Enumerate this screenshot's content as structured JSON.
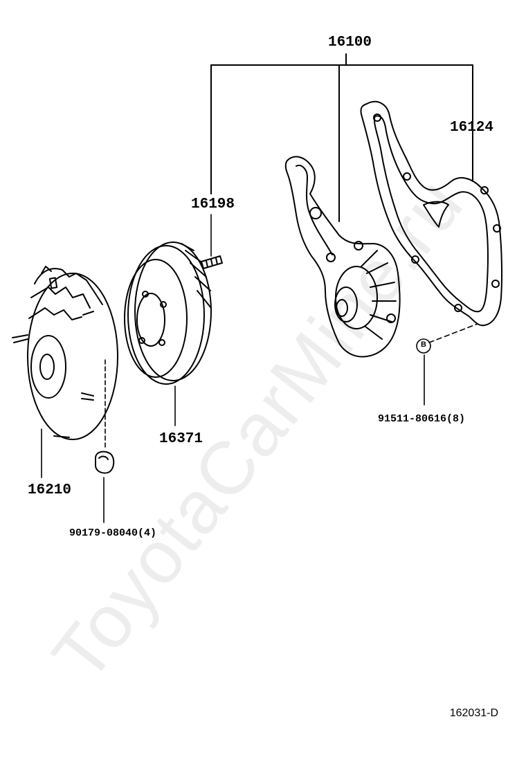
{
  "diagram": {
    "labels": {
      "assembly": "16100",
      "gasket": "16124",
      "stud": "16198",
      "pulley": "16371",
      "fan_clutch": "16210",
      "nut": "90179-08040(4)",
      "bolt": "91511-80616(8)",
      "bolt_marker": "B"
    },
    "figure_code": "162031-D",
    "watermark": "ToyotaCarMine.ru"
  }
}
